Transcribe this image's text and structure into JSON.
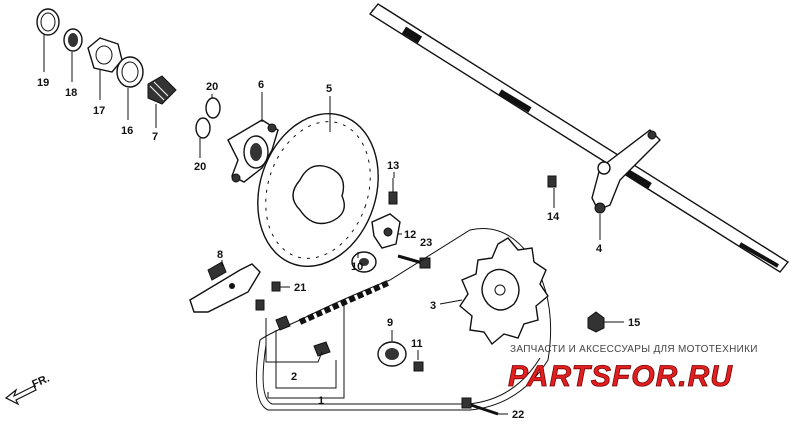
{
  "parts": [
    {
      "id": "p19",
      "number": "19"
    },
    {
      "id": "p18",
      "number": "18"
    },
    {
      "id": "p17",
      "number": "17"
    },
    {
      "id": "p16",
      "number": "16"
    },
    {
      "id": "p7",
      "number": "7"
    },
    {
      "id": "p20a",
      "number": "20"
    },
    {
      "id": "p20b",
      "number": "20"
    },
    {
      "id": "p6",
      "number": "6"
    },
    {
      "id": "p5",
      "number": "5"
    },
    {
      "id": "p13",
      "number": "13"
    },
    {
      "id": "p14",
      "number": "14"
    },
    {
      "id": "p4",
      "number": "4"
    },
    {
      "id": "p12",
      "number": "12"
    },
    {
      "id": "p23",
      "number": "23"
    },
    {
      "id": "p10",
      "number": "10"
    },
    {
      "id": "p8",
      "number": "8"
    },
    {
      "id": "p21",
      "number": "21"
    },
    {
      "id": "p3",
      "number": "3"
    },
    {
      "id": "p15",
      "number": "15"
    },
    {
      "id": "p9",
      "number": "9"
    },
    {
      "id": "p11",
      "number": "11"
    },
    {
      "id": "p2",
      "number": "2"
    },
    {
      "id": "p1",
      "number": "1"
    },
    {
      "id": "p22",
      "number": "22"
    }
  ],
  "direction": {
    "label": "FR."
  },
  "watermark": {
    "tagline": "ЗАПЧАСТИ И АКСЕССУАРЫ ДЛЯ МОТОТЕХНИКИ",
    "brand": "PARTSFOR.RU",
    "brand_color": "#e02020"
  }
}
